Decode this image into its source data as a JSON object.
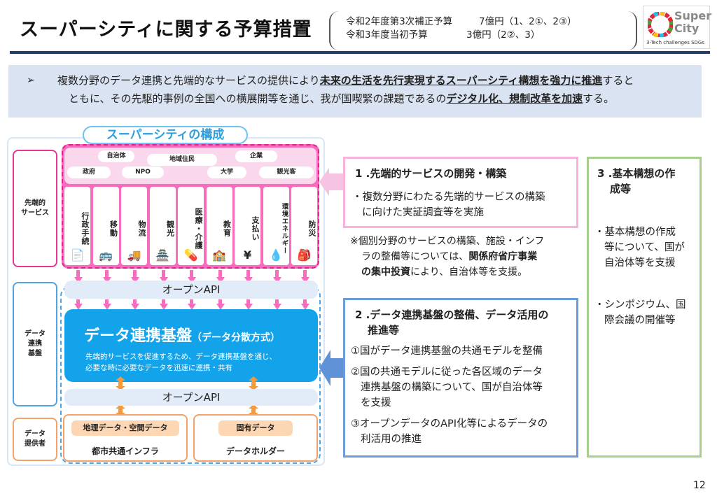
{
  "title": "スーパーシティに関する予算措置",
  "budget": [
    {
      "label": "令和2年度第3次補正予算",
      "amount": "7億円（1、2①、2③）"
    },
    {
      "label": "令和3年度当初予算",
      "amount": "3億円（2②、3）"
    }
  ],
  "logo": {
    "line1": "Super",
    "line2": "City",
    "subtitle": "3-Tech challenges SDGs"
  },
  "summary": {
    "bullet": "➢",
    "t1": "複数分野のデータ連携と先端的なサービスの提供により",
    "u1": "未来の生活を先行実現するスーパーシティ構想を強力に推進",
    "t2": "すると",
    "t3": "ともに、その先駆的事例の全国への横展開等を通じ、我が国喫緊の課題であるの",
    "u2": "デジタル化、規制改革を加速",
    "t4": "する。"
  },
  "composition": {
    "title": "スーパーシティの構成",
    "side_services": "先端的\nサービス",
    "side_data": "データ\n連携\n基盤",
    "side_provider": "データ\n提供者",
    "actors": [
      "自治体",
      "地域住民",
      "企業",
      "政府",
      "NPO",
      "大学",
      "観光客"
    ],
    "categories": [
      {
        "label": "行政手続",
        "icon": "document-icon",
        "glyph": "📄"
      },
      {
        "label": "移動",
        "icon": "bus-icon",
        "glyph": "🚌"
      },
      {
        "label": "物流",
        "icon": "truck-icon",
        "glyph": "🚚"
      },
      {
        "label": "観光",
        "icon": "tower-icon",
        "glyph": "🏯"
      },
      {
        "label": "医療・介護",
        "icon": "medicine-icon",
        "glyph": "💊"
      },
      {
        "label": "教育",
        "icon": "blackboard-icon",
        "glyph": "🏫"
      },
      {
        "label": "支払い",
        "icon": "yen-icon",
        "glyph": "¥"
      },
      {
        "label": "環境エネルギー",
        "icon": "water-drop-icon",
        "glyph": "💧"
      },
      {
        "label": "防災",
        "icon": "backpack-icon",
        "glyph": "🎒"
      }
    ],
    "open_api_1": "オープンAPI",
    "platform_title": "データ連携基盤",
    "platform_sub": "（データ分散方式）",
    "platform_desc_1": "先端的サービスを促進するため、データ連携基盤を通じ、",
    "platform_desc_2": "必要な時に必要なデータを迅速に連携・共有",
    "open_api_2": "オープンAPI",
    "provider_left_tag": "地理データ・空間データ",
    "provider_left_name": "都市共通インフラ",
    "provider_right_tag": "固有データ",
    "provider_right_name": "データホルダー"
  },
  "panel1": {
    "title": "1 .先端的サービスの開発・構築",
    "text_1": "・複数分野にわたる先端的サービスの構築",
    "text_2": "に向けた実証調査等を実施"
  },
  "note": {
    "t1": "※個別分野のサービスの構築、施設・インフ",
    "t2": "ラの整備等については、",
    "b1": "関係府省庁事業",
    "b2": "の集中投資",
    "t3": "により、自治体等を支援。"
  },
  "panel2": {
    "title_1": "2 .データ連携基盤の整備、データ活用の",
    "title_2": "推進等",
    "item1": "①国がデータ連携基盤の共通モデルを整備",
    "item2_1": "②国の共通モデルに従った各区域のデータ",
    "item2_2": "連携基盤の構築について、国が自治体等",
    "item2_3": "を支援",
    "item3_1": "③オープンデータのAPI化等によるデータの",
    "item3_2": "利活用の推進"
  },
  "panel3": {
    "title_1": "3 .基本構想の作",
    "title_2": "成等",
    "item1_1": "・基本構想の作成",
    "item1_2": "等について、国が",
    "item1_3": "自治体等を支援",
    "item2_1": "・シンポジウム、国",
    "item2_2": "際会議の開催等"
  },
  "page_number": "12",
  "colors": {
    "navy": "#243e67",
    "pink": "#f96cbd",
    "blue": "#13a3ea",
    "orange": "#f3a26a",
    "green": "#a8d08d"
  }
}
